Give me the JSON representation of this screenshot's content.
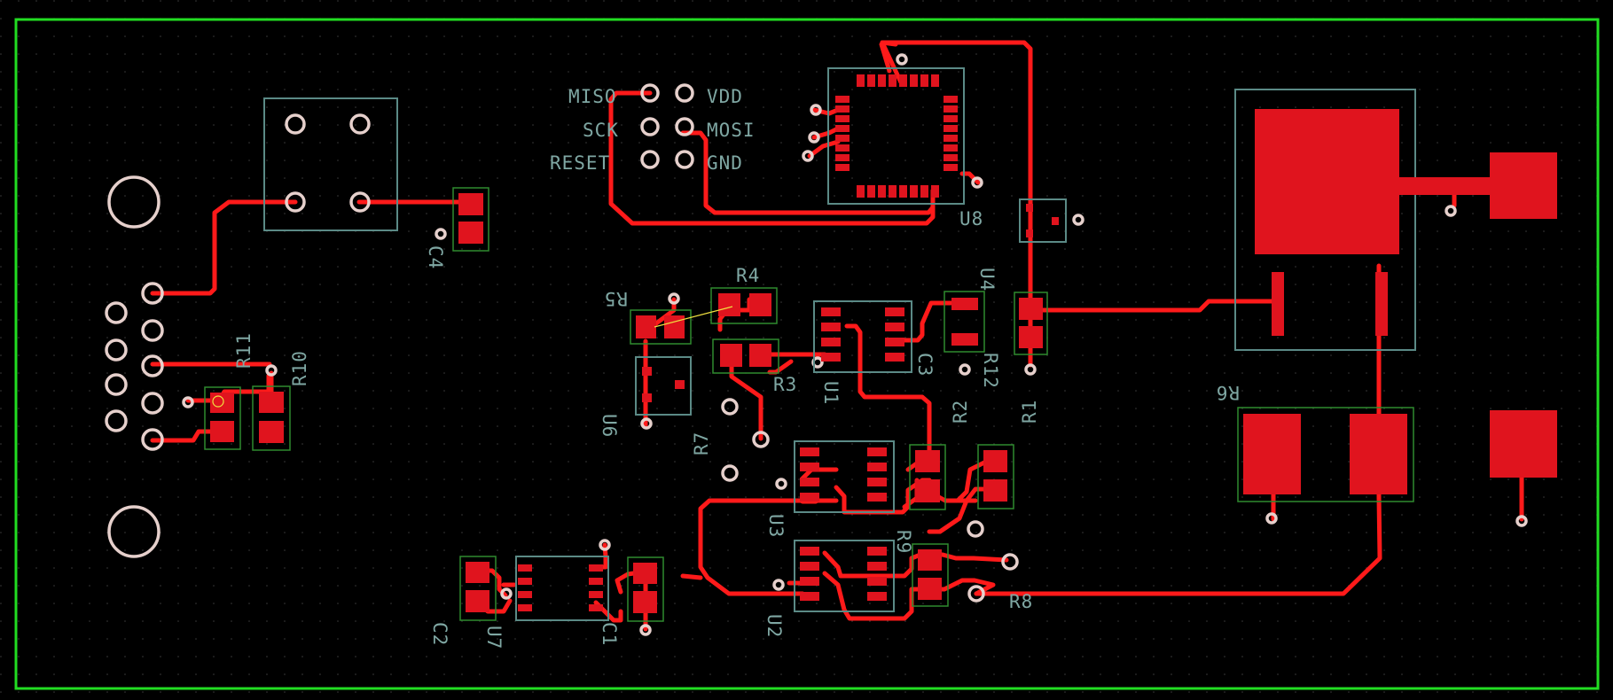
{
  "board": {
    "background": "#000000",
    "outline_color": "#22dd22",
    "trace_color": "#ff1a1a",
    "silk_color": "#7fa7a3"
  },
  "header_pins": {
    "miso": "MISO",
    "vdd": "VDD",
    "sck": "SCK",
    "mosi": "MOSI",
    "reset": "RESET",
    "gnd": "GND"
  },
  "designators": {
    "c1": "C1",
    "c2": "C2",
    "c3": "C3",
    "c4": "C4",
    "r1": "R1",
    "r2": "R2",
    "r3": "R3",
    "r4": "R4",
    "r5": "R5",
    "r6": "R6",
    "r7": "R7",
    "r8": "R8",
    "r9": "R9",
    "r10": "R10",
    "r11": "R11",
    "r12": "R12",
    "u1": "U1",
    "u2": "U2",
    "u3": "U3",
    "u4": "U4",
    "u6": "U6",
    "u7": "U7",
    "u8": "U8"
  }
}
